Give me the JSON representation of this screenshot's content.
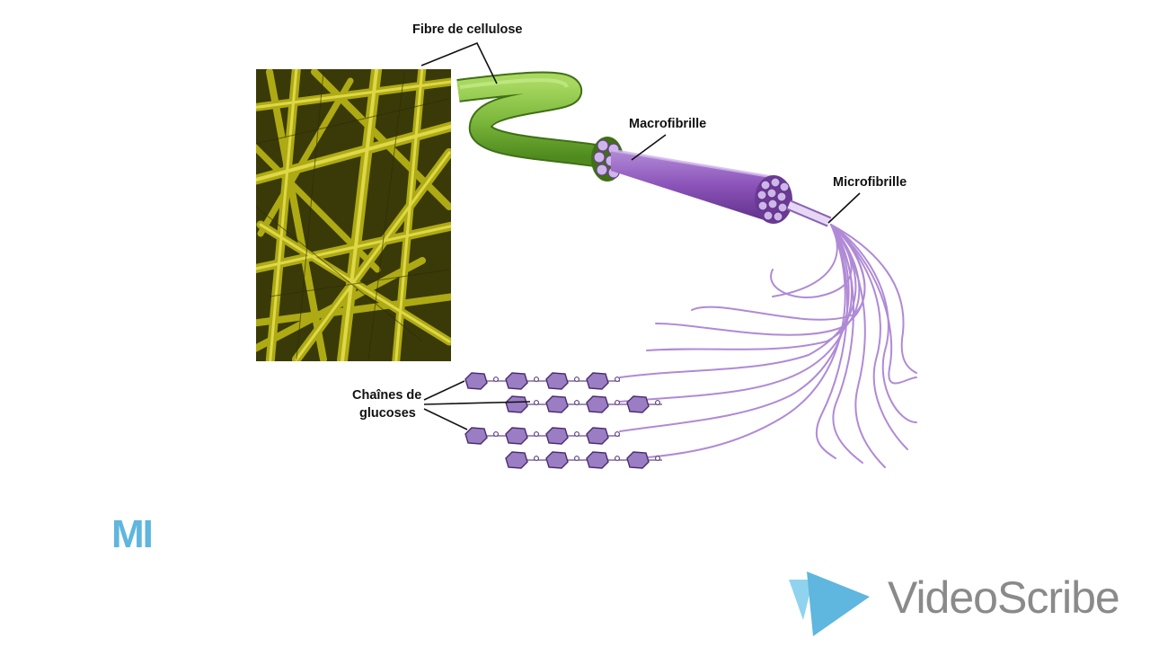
{
  "diagram": {
    "labels": {
      "cellulose_fiber": "Fibre de cellulose",
      "macrofibril": "Macrofibrille",
      "microfibril": "Microfibrille",
      "glucose_chains_line1": "Chaînes de",
      "glucose_chains_line2": "glucoses"
    },
    "colors": {
      "micrograph_base": "#b5b014",
      "micrograph_fiber": "#dcd63a",
      "fiber_green": "#7cb83c",
      "fiber_green_dark": "#4f8a1f",
      "macrofibril_purple": "#8a52b8",
      "microfibril_light": "#c6a6e2",
      "glucose_ring": "#9b7dc4"
    }
  },
  "overlay": {
    "initials": "MI",
    "initials_color": "#5fb6de"
  },
  "watermark": {
    "text": "VideoScribe",
    "icon": "play-triangle-icon",
    "text_color": "#8a8a8a",
    "icon_color": "#5fb6de"
  }
}
